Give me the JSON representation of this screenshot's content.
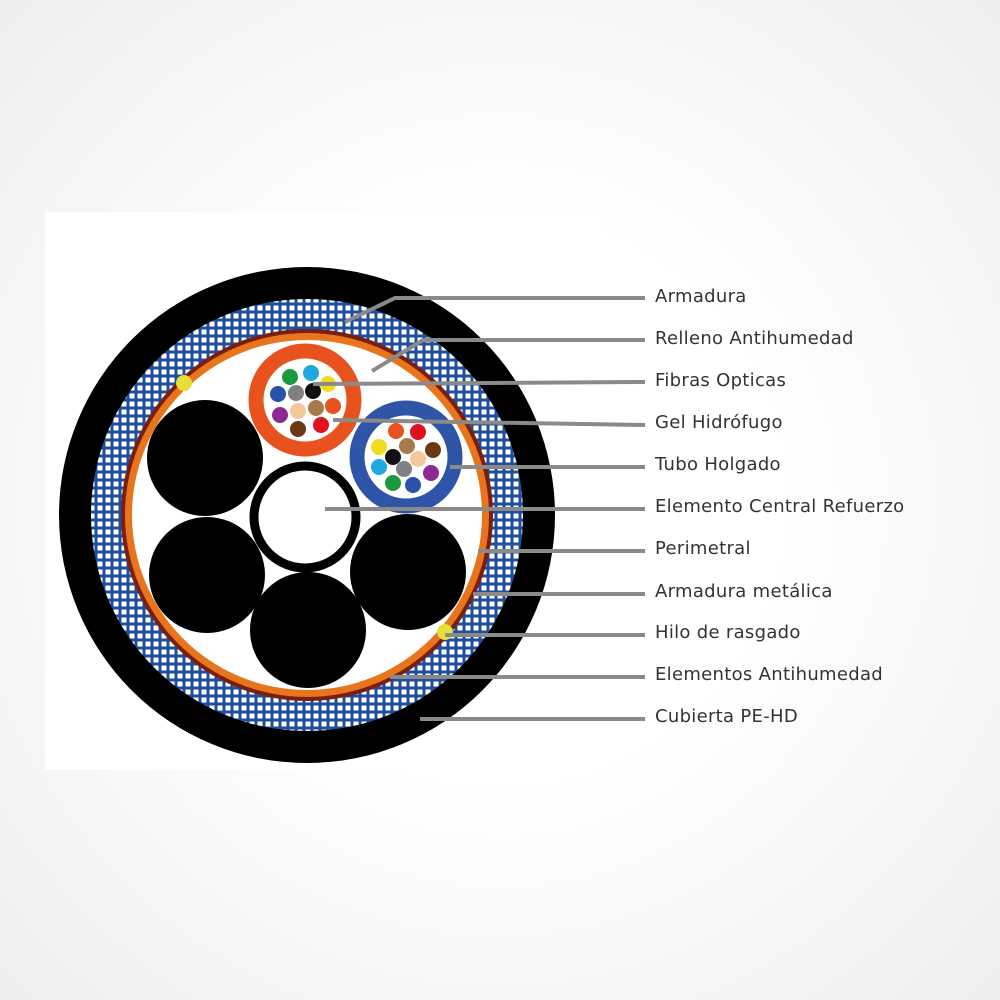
{
  "title": "Cable cross-section diagram",
  "colors": {
    "jacket": "#000000",
    "mesh": "#1f4f9c",
    "brown_ring": "#7a1e12",
    "orange_ring": "#e8741c",
    "orange_tube": "#e8521f",
    "blue_tube": "#2e55a8",
    "leader": "#8a8a8a",
    "rip_cord": "#e9dd3a"
  },
  "tube_orange_fibers": [
    "#1a9a3c",
    "#1ea7e1",
    "#f0dc1e",
    "#2a52a8",
    "#808080",
    "#111111",
    "#e8521f",
    "#8d2a92",
    "#f6c79a",
    "#a87a4a",
    "#6a3a12",
    "#e0101e"
  ],
  "tube_blue_fibers": [
    "#e8521f",
    "#e0101e",
    "#f0dc1e",
    "#a87a4a",
    "#6a3a12",
    "#111111",
    "#f6c79a",
    "#1ea7e1",
    "#808080",
    "#8d2a92",
    "#1a9a3c",
    "#2a52a8"
  ],
  "labels": [
    "Armadura",
    "Relleno Antihumedad",
    "Fibras Opticas",
    "Gel Hidrófugo",
    "Tubo Holgado",
    "Elemento Central Refuerzo",
    "Perimetral",
    "Armadura metálica",
    "Hilo de rasgado",
    "Elementos Antihumedad",
    "Cubierta PE-HD"
  ]
}
